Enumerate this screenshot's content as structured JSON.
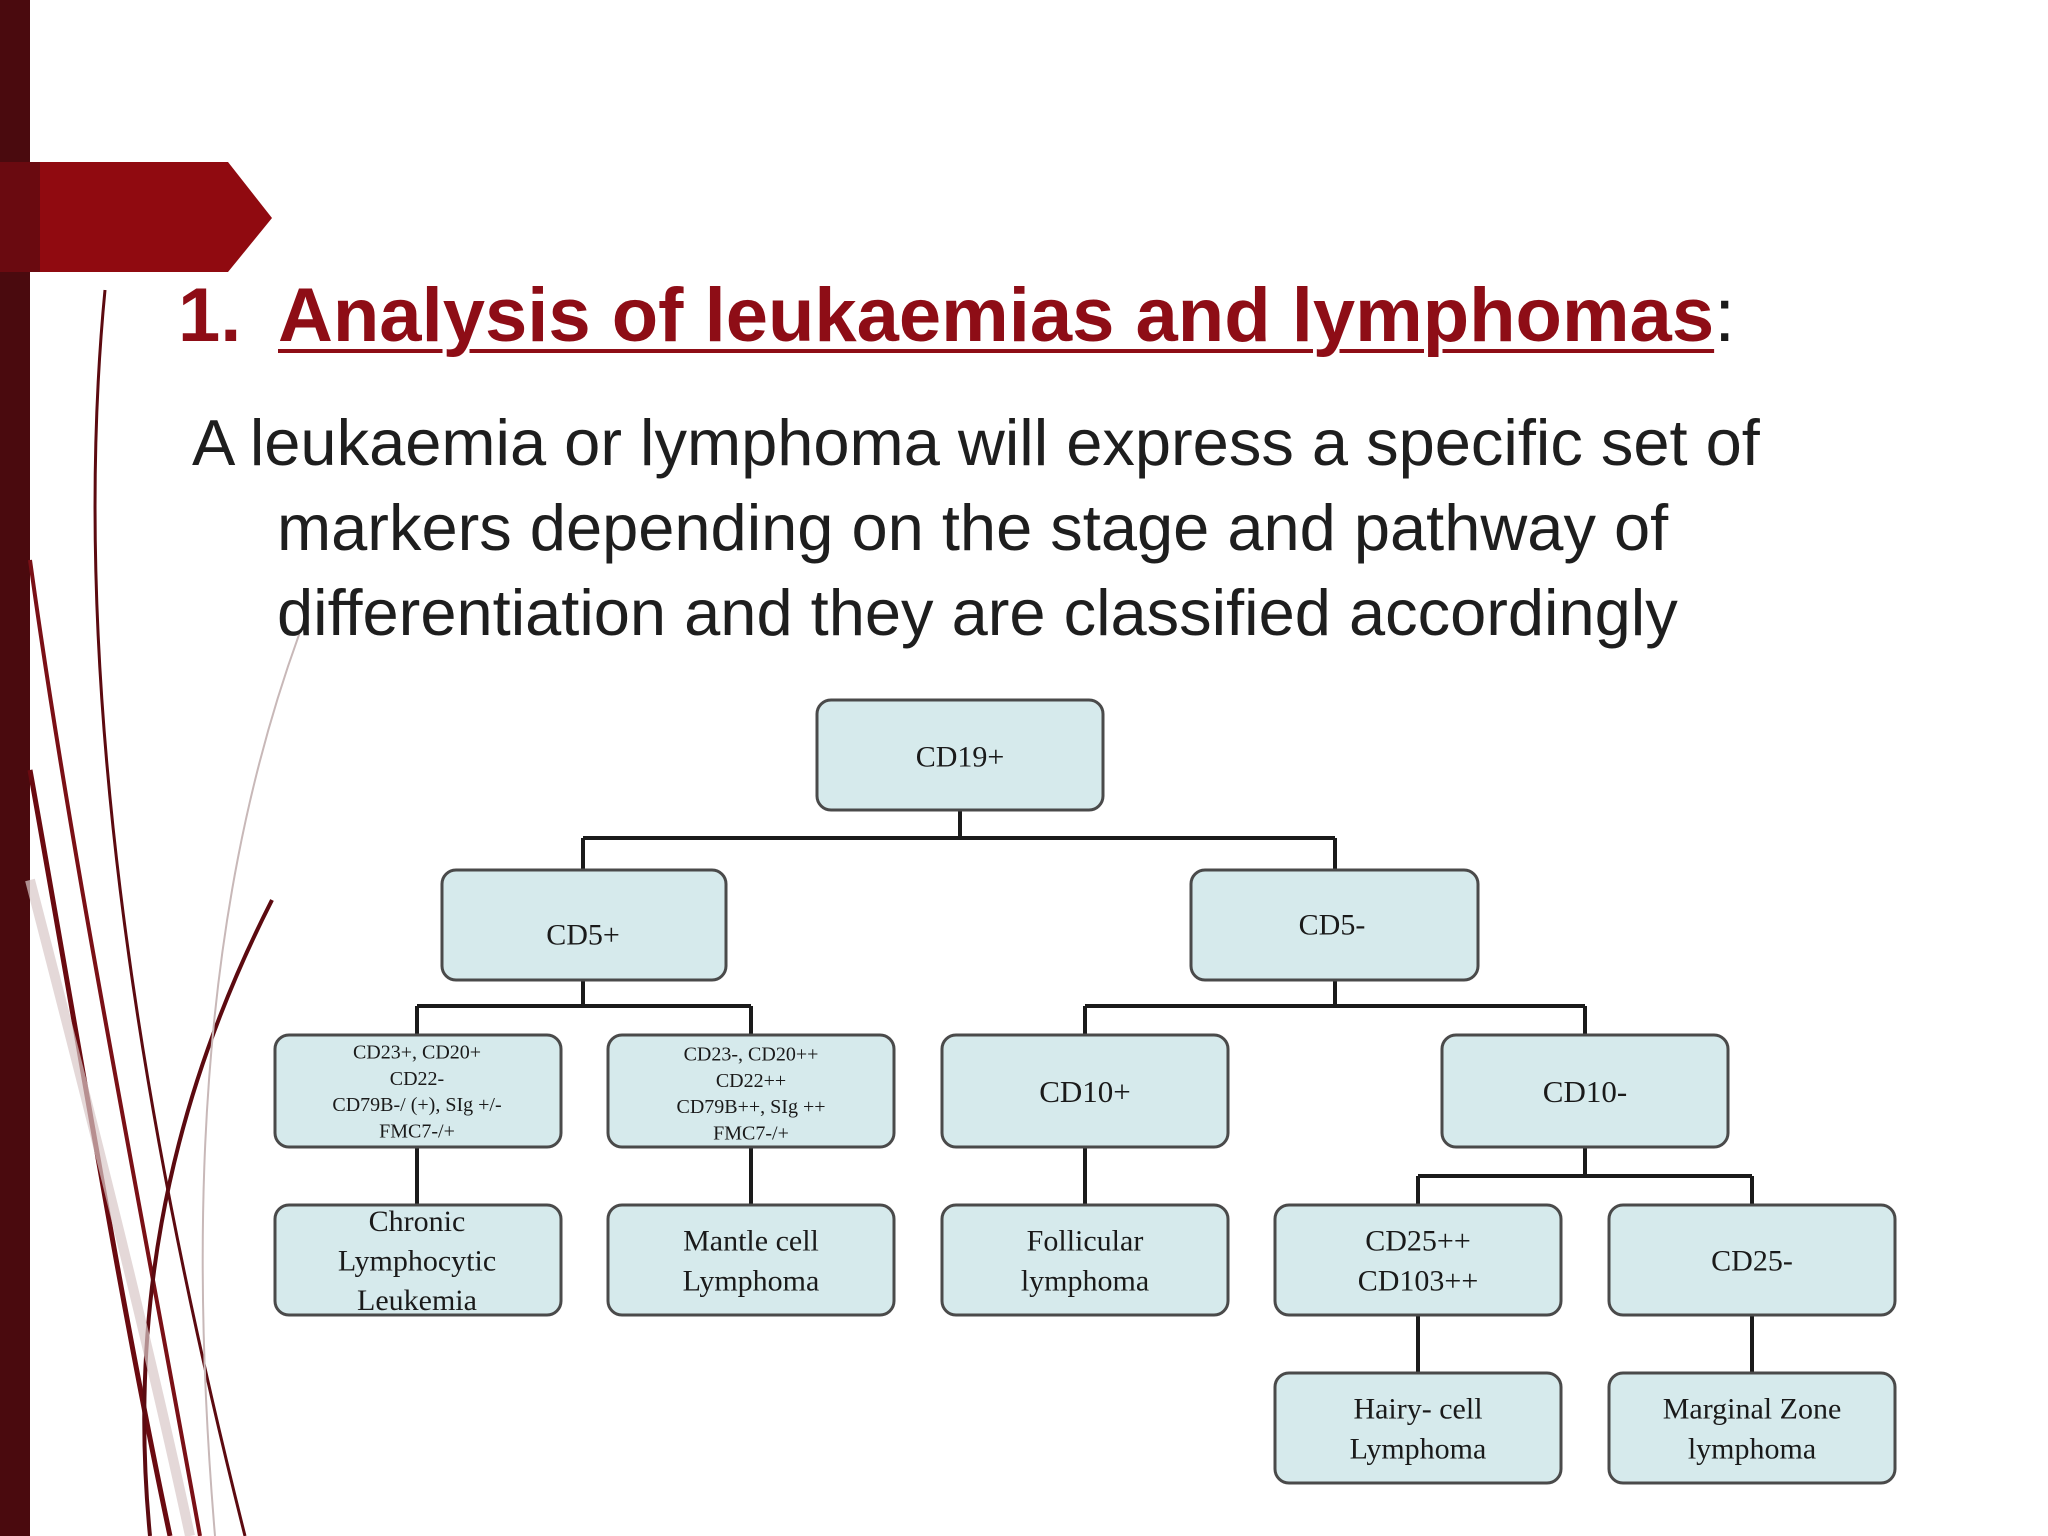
{
  "slide": {
    "number": "1.",
    "title": "Analysis of leukaemias and lymphomas",
    "colon": ":",
    "paragraph": "A leukaemia or lymphoma will express a specific set of markers depending on the stage and pathway of differentiation and they are classified accordingly"
  },
  "colors": {
    "accent": "#8e0d16",
    "sidebar": "#4a0a0e",
    "box_fill": "#d6eaec"
  },
  "tree": {
    "cd19": [
      "CD19+"
    ],
    "cd5p": [
      "CD5+"
    ],
    "cd5n": [
      "CD5-"
    ],
    "cll_markers": [
      "CD23+, CD20+",
      "CD22-",
      "CD79B-/ (+), SIg +/-",
      "FMC7-/+"
    ],
    "mcl_markers": [
      "CD23-, CD20++",
      "CD22++",
      "CD79B++, SIg ++",
      "FMC7-/+"
    ],
    "cd10p": [
      "CD10+"
    ],
    "cd10n": [
      "CD10-"
    ],
    "cll": [
      "Chronic",
      "Lymphocytic",
      "Leukemia"
    ],
    "mcl": [
      "Mantle cell",
      "Lymphoma"
    ],
    "fl": [
      "Follicular",
      "lymphoma"
    ],
    "cd25p": [
      "CD25++",
      "CD103++"
    ],
    "cd25n": [
      "CD25-"
    ],
    "hcl": [
      "Hairy- cell",
      "Lymphoma"
    ],
    "mzl": [
      "Marginal Zone",
      "lymphoma"
    ]
  }
}
